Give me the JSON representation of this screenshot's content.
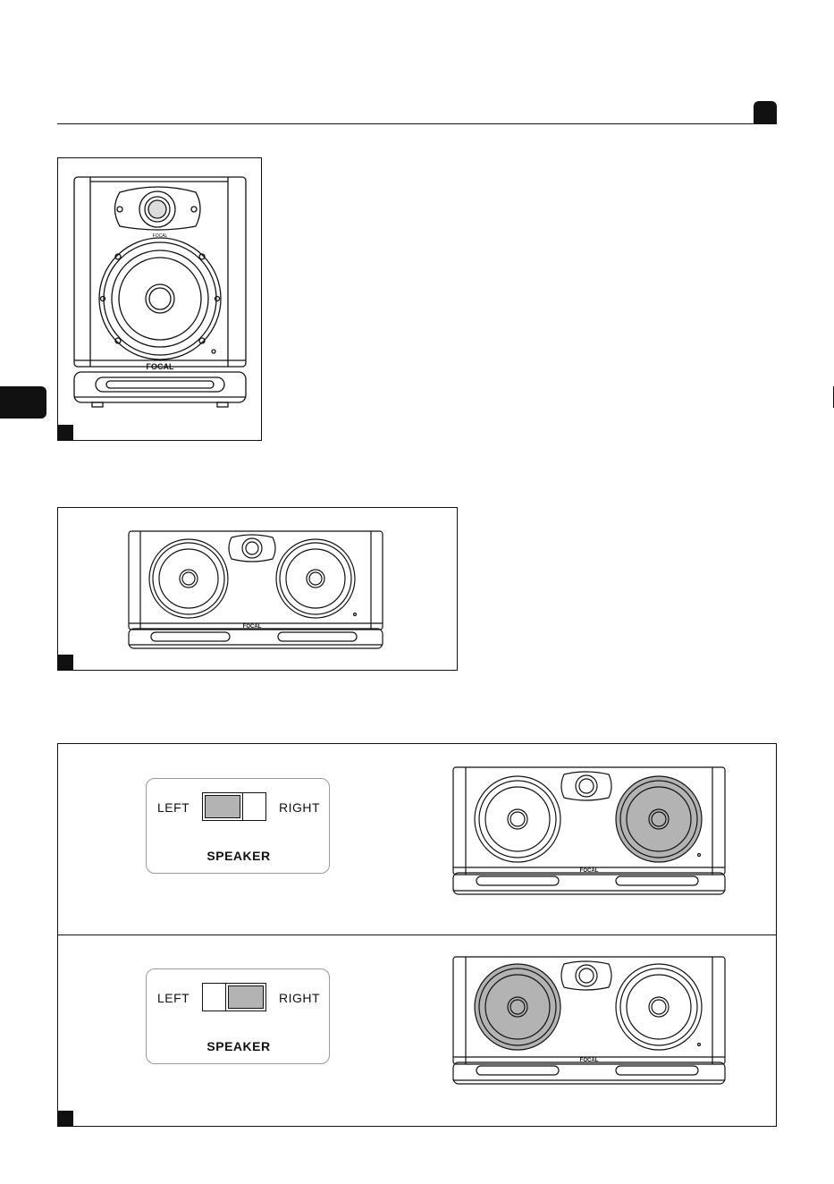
{
  "brand": {
    "logo_text": "FOCAL",
    "driver_badge_text": "FOCAL"
  },
  "selector": {
    "left_label": "LEFT",
    "right_label": "RIGHT",
    "title": "SPEAKER"
  },
  "figures": [
    {
      "orientation": "vertical"
    },
    {
      "orientation": "horizontal"
    },
    {
      "orientation": "horizontal-switch",
      "panels": [
        {
          "switch_position": "left",
          "highlighted_woofer": "right"
        },
        {
          "switch_position": "right",
          "highlighted_woofer": "left"
        }
      ]
    }
  ],
  "colors": {
    "ink": "#111111",
    "highlight": "#b3b3b3",
    "card_border": "#9a9a9a"
  }
}
